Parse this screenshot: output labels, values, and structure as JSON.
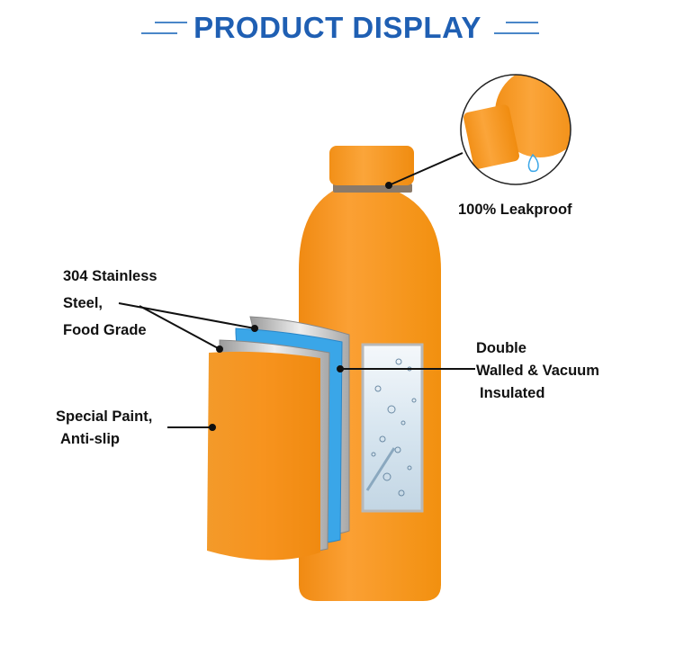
{
  "header": {
    "title": "PRODUCT DISPLAY"
  },
  "labels": {
    "leakproof": "100% Leakproof",
    "steel_line1": "304 Stainless",
    "steel_line2": "Steel,",
    "steel_line3": "Food Grade",
    "paint_line1": "Special Paint,",
    "paint_line2": "Anti-slip",
    "vacuum_line1": "Double",
    "vacuum_line2": "Walled & Vacuum",
    "vacuum_line3": "Insulated"
  },
  "colors": {
    "title": "#1f5fb3",
    "bottle_orange": "#f7931e",
    "inner_blue": "#3aa6e8",
    "steel_gray": "#c8c8c8"
  }
}
